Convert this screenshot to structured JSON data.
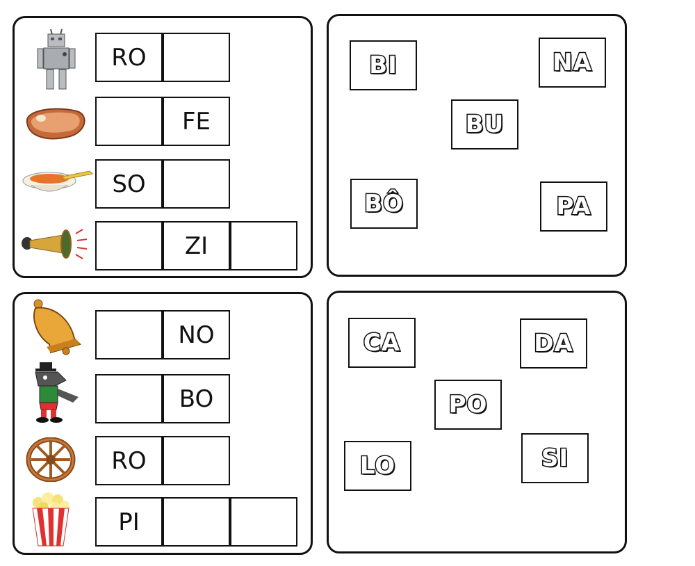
{
  "panel1": {
    "rows": [
      {
        "icon": "robot-icon",
        "cells": [
          "RO",
          ""
        ]
      },
      {
        "icon": "steak-icon",
        "cells": [
          "",
          "FE"
        ]
      },
      {
        "icon": "soup-bowl-icon",
        "cells": [
          "SO",
          ""
        ]
      },
      {
        "icon": "horn-icon",
        "cells": [
          "",
          "ZI",
          ""
        ]
      }
    ]
  },
  "panel2": {
    "syllables": [
      "BI",
      "NA",
      "BU",
      "BÔ",
      "PA"
    ]
  },
  "panel3": {
    "rows": [
      {
        "icon": "bell-icon",
        "cells": [
          "",
          "NO"
        ]
      },
      {
        "icon": "wolf-icon",
        "cells": [
          "",
          "BO"
        ]
      },
      {
        "icon": "wheel-icon",
        "cells": [
          "RO",
          ""
        ]
      },
      {
        "icon": "popcorn-icon",
        "cells": [
          "PI",
          "",
          ""
        ]
      }
    ]
  },
  "panel4": {
    "syllables": [
      "CA",
      "DA",
      "PO",
      "LO",
      "SI"
    ]
  }
}
